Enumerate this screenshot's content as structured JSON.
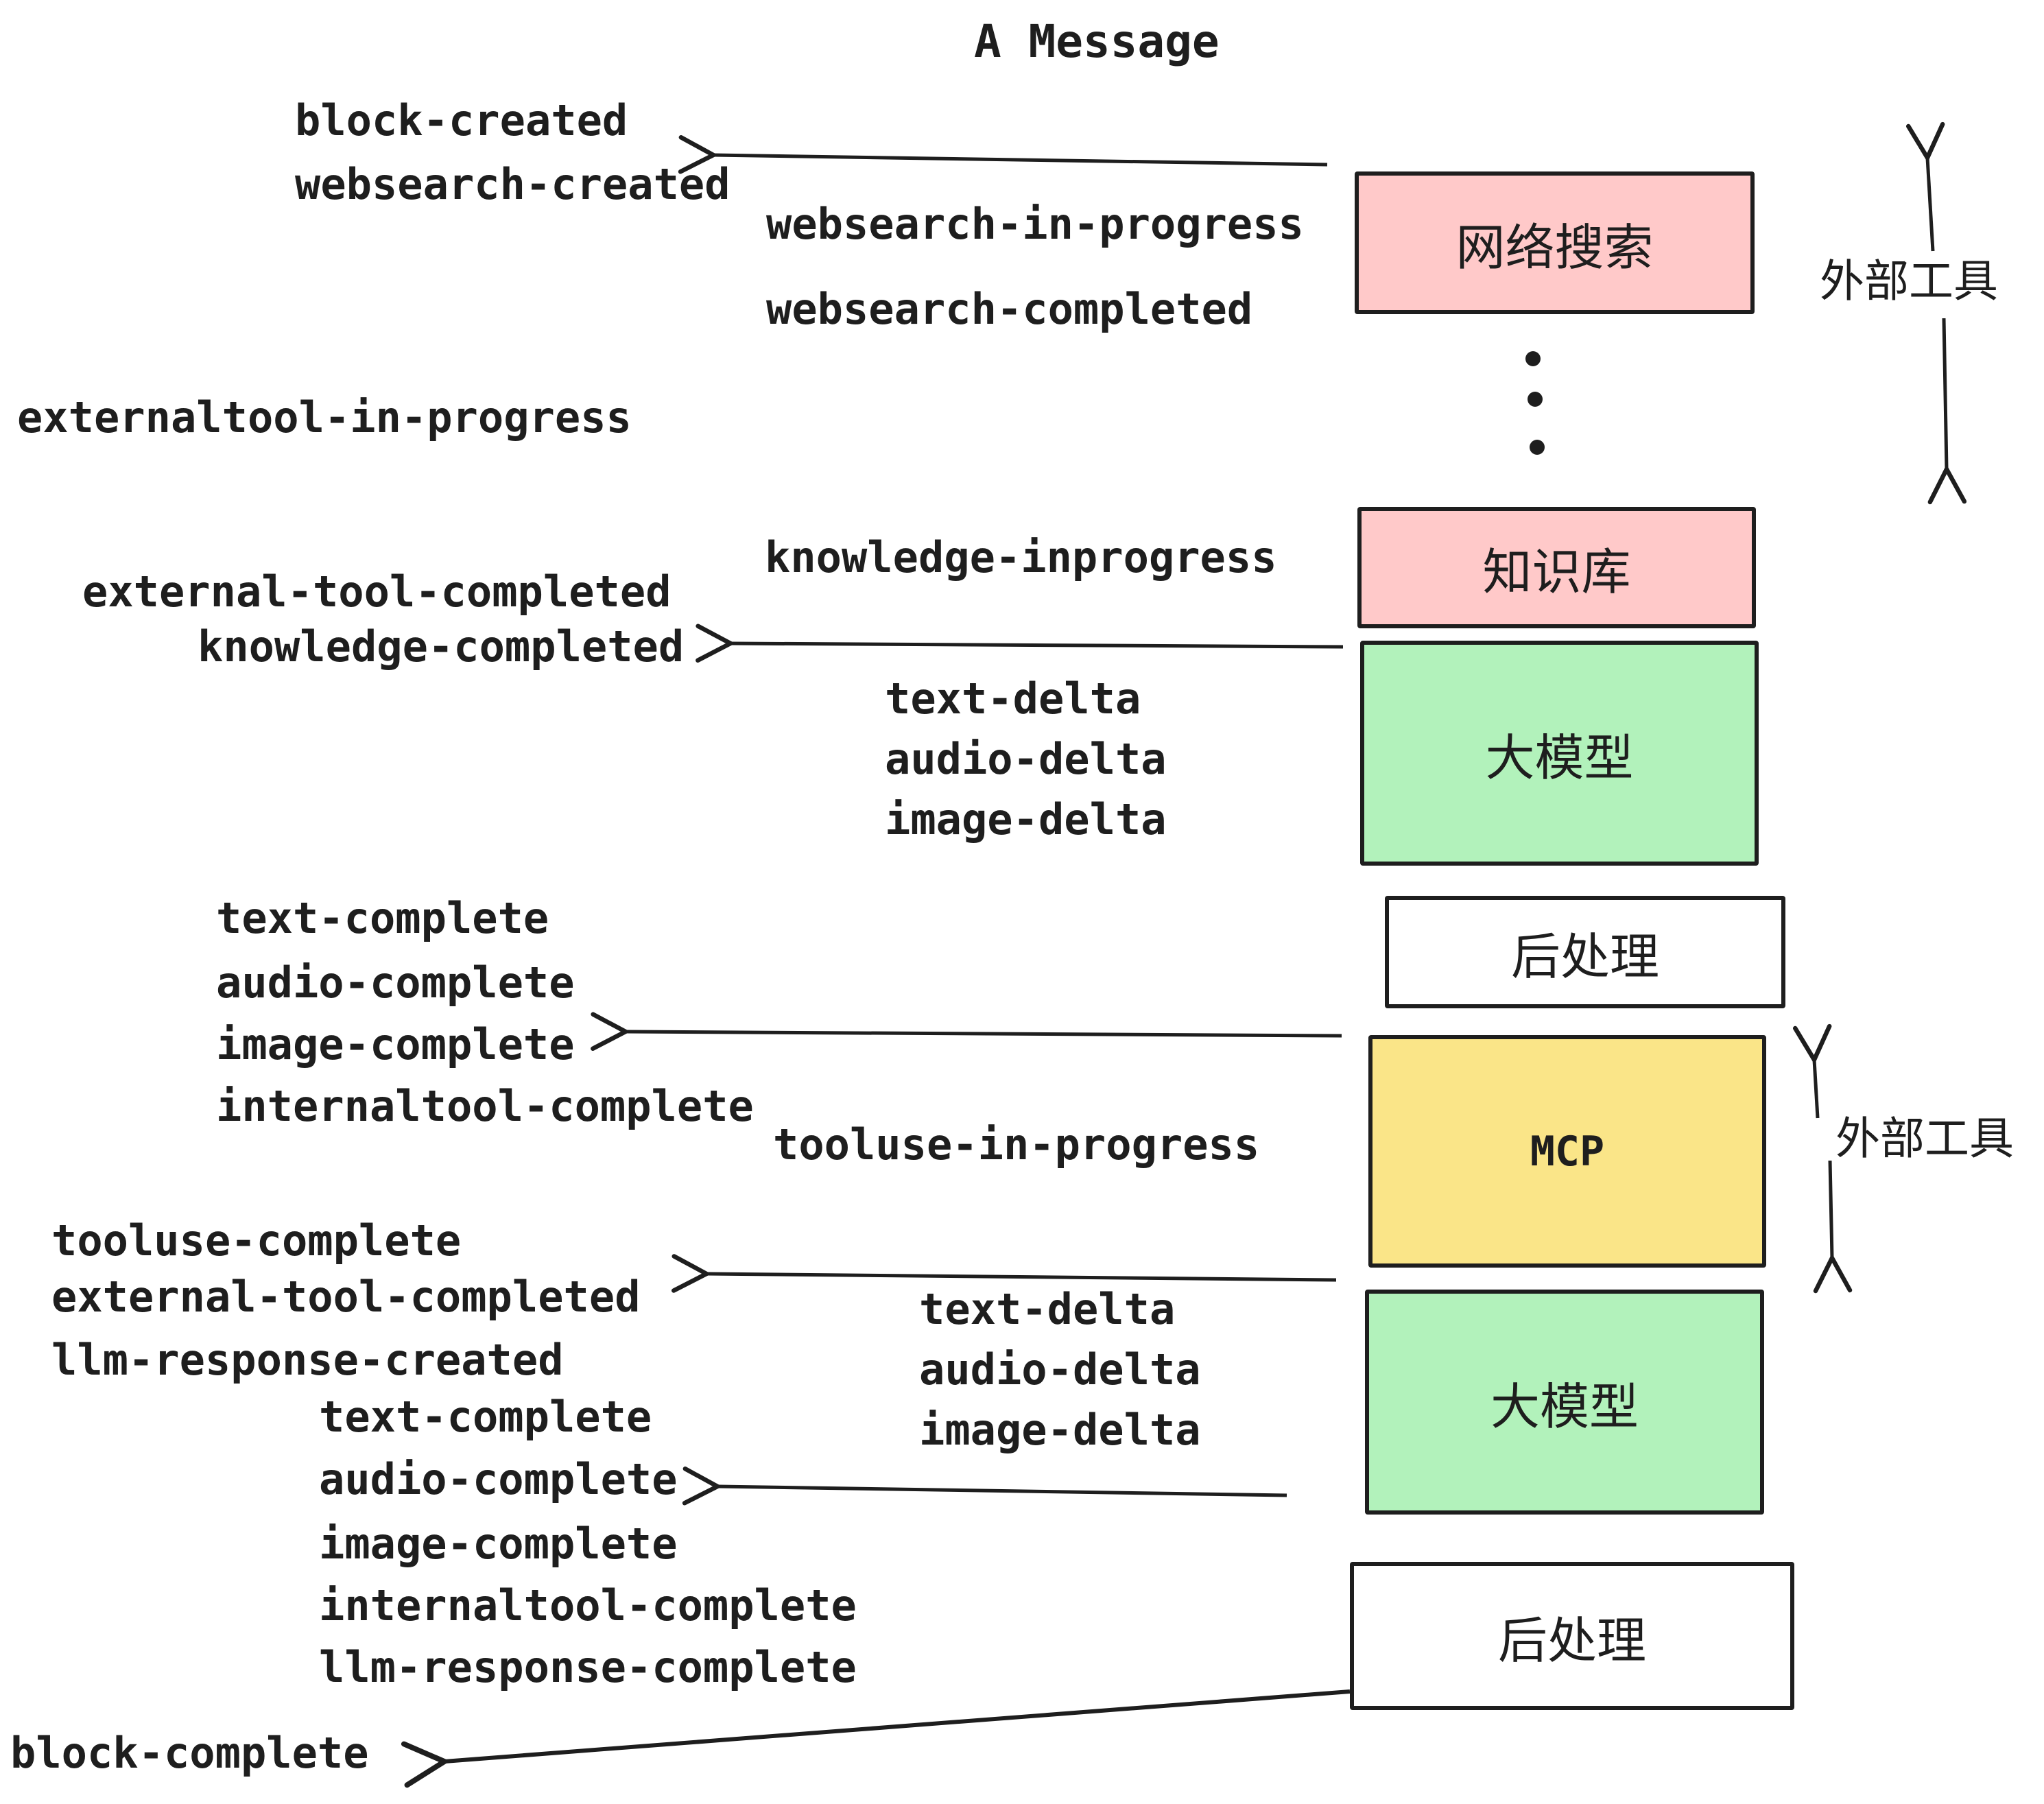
{
  "title": "A Message",
  "colors": {
    "stroke": "#1e1e1e",
    "pink": "#ffc9c9",
    "green": "#b2f2bb",
    "yellow": "#fae588",
    "white": "#ffffff"
  },
  "events": {
    "block_created": "block-created",
    "websearch_created": "websearch-created",
    "websearch_in_progress": "websearch-in-progress",
    "websearch_completed": "websearch-completed",
    "externaltool_in_progress": "externaltool-in-progress",
    "knowledge_inprogress": "knowledge-inprogress",
    "external_tool_completed": "external-tool-completed",
    "knowledge_completed": "knowledge-completed",
    "text_delta": "text-delta",
    "audio_delta": "audio-delta",
    "image_delta": "image-delta",
    "text_complete": "text-complete",
    "audio_complete": "audio-complete",
    "image_complete": "image-complete",
    "internaltool_complete": "internaltool-complete",
    "tooluse_in_progress": "tooluse-in-progress",
    "tooluse_complete": "tooluse-complete",
    "llm_response_created": "llm-response-created",
    "llm_response_complete": "llm-response-complete",
    "block_complete": "block-complete"
  },
  "boxes": {
    "websearch": "网络搜索",
    "knowledge": "知识库",
    "llm": "大模型",
    "post": "后处理",
    "mcp": "MCP"
  },
  "side_label": "外部工具"
}
